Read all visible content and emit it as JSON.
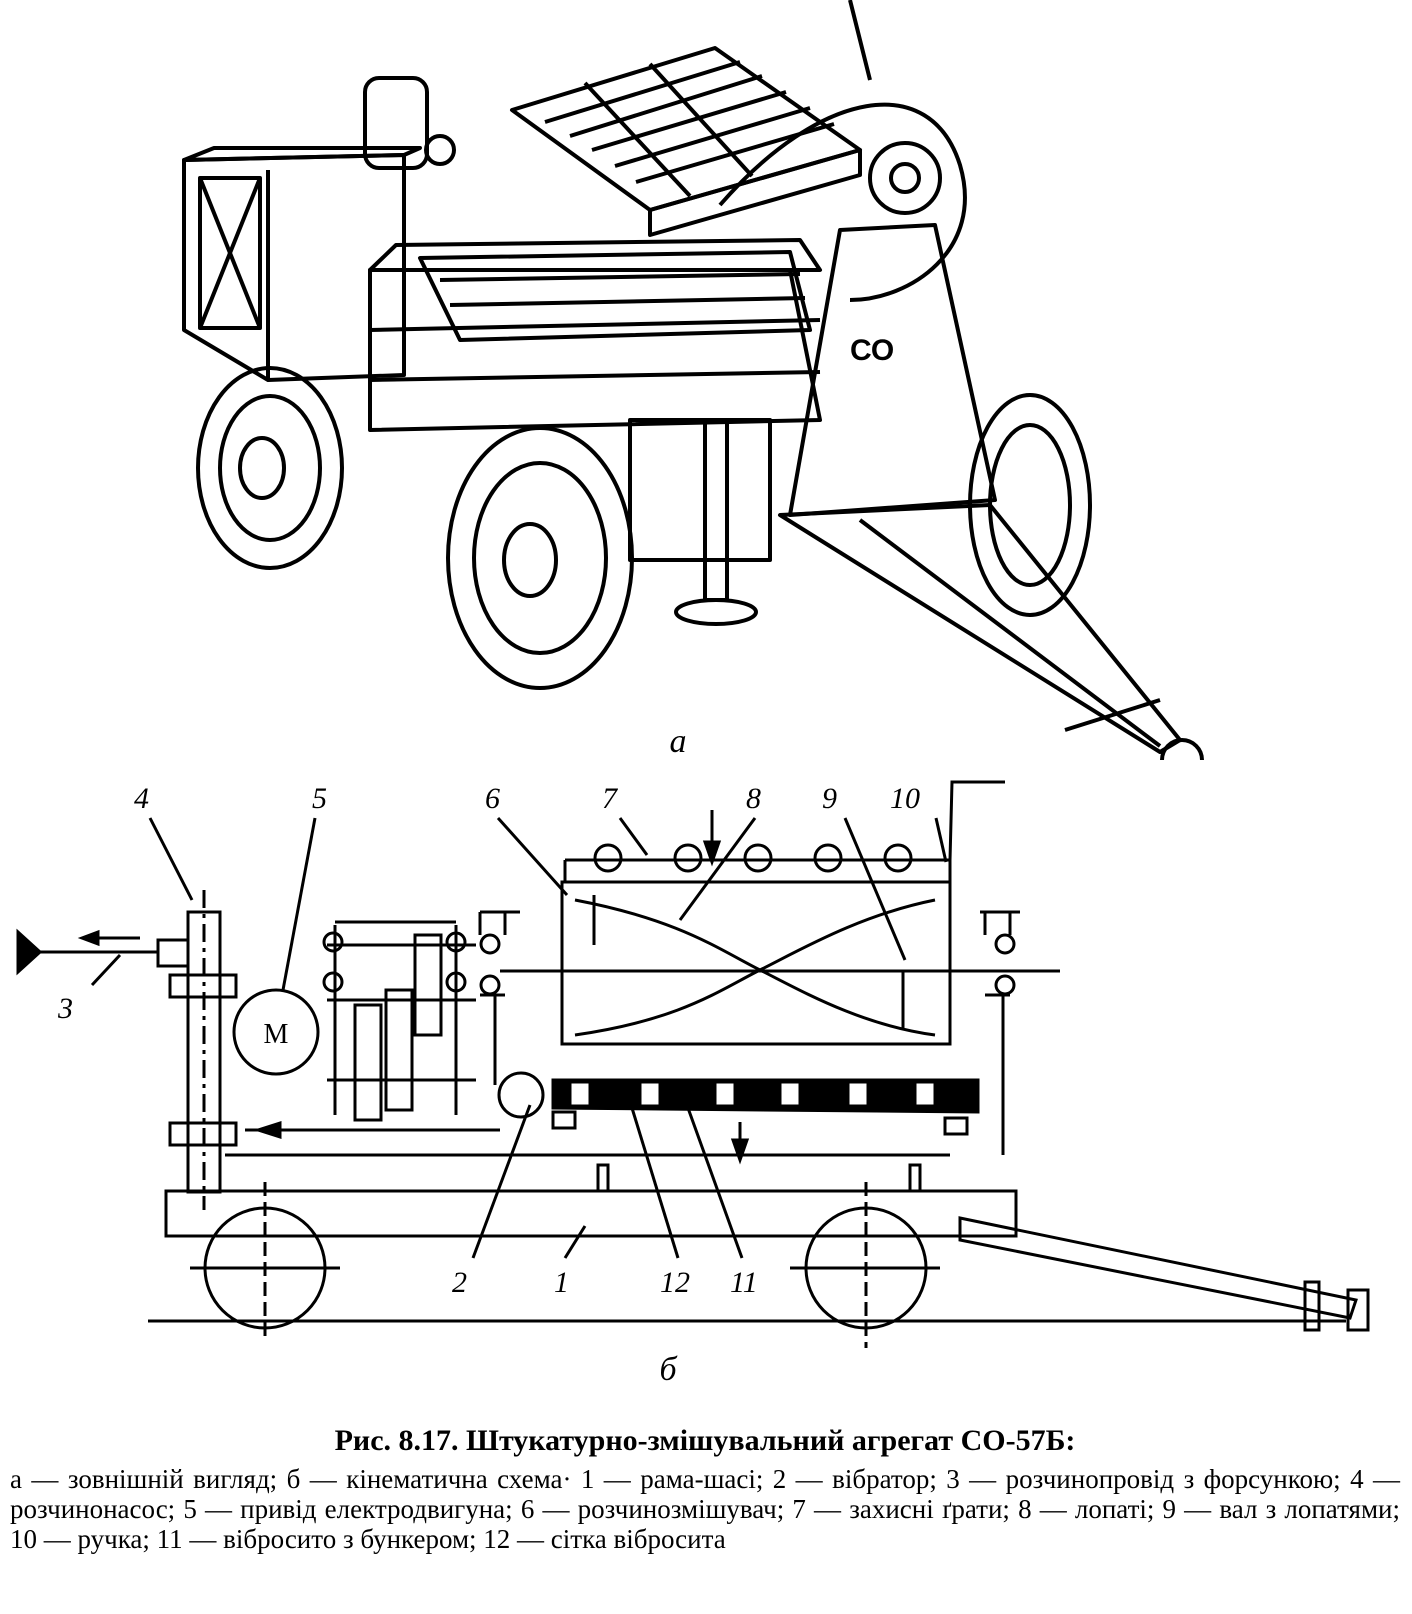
{
  "subfigure_labels": {
    "a": "а",
    "b": "б"
  },
  "motor_label": "М",
  "part_numbers": [
    "1",
    "2",
    "3",
    "4",
    "5",
    "6",
    "7",
    "8",
    "9",
    "10",
    "11",
    "12"
  ],
  "caption": {
    "title": "Рис. 8.17. Штукатурно-змішувальний агрегат СО-57Б:",
    "body": "а — зовнішній вигляд; б — кінематична схема· 1 — рама-шасі; 2 — вібратор; 3 — розчинопровід з форсункою; 4 — розчинонасос; 5 — привід електродвигуна; 6 — розчинозмішувач; 7 — захисні ґрати; 8 — лопаті; 9 — вал з лопатями; 10 — ручка; 11 — вібросито з бункером; 12 — сітка вібросита"
  }
}
